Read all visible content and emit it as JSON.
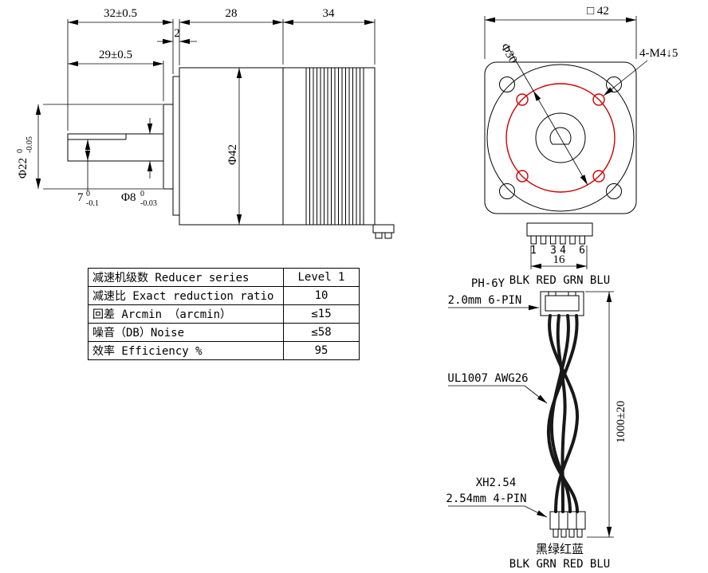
{
  "colors": {
    "line": "#000000",
    "accent_red": "#cc0000",
    "wire": "#181818",
    "background": "#ffffff"
  },
  "side_view": {
    "dim_length_total": "32±0.5",
    "dim_plate": "2",
    "dim_gearbox": "28",
    "dim_motor": "34",
    "dim_shaft": "29±0.5",
    "dim_body_dia": "Φ42",
    "dim_boss_dia": {
      "main": "Φ22",
      "sup": "0",
      "sub": "-0.05"
    },
    "dim_flat": {
      "main": "7",
      "sup": "0",
      "sub": "-0.1"
    },
    "dim_shaft_dia": {
      "main": "Φ8",
      "sup": "0",
      "sub": "-0.03"
    }
  },
  "front_view": {
    "dim_square": "□ 42",
    "dim_pilot": "Φ30",
    "dim_mount_holes": "4-M4↓5",
    "pin_numbers": [
      "1",
      "3",
      "4",
      "6"
    ],
    "dim_pin_row": "16",
    "wire_colors": "BLK RED GRN BLU"
  },
  "spec_table": {
    "rows": [
      {
        "label": "减速机级数 Reducer series",
        "value": "Level 1"
      },
      {
        "label": "减速比 Exact reduction ratio",
        "value": "10"
      },
      {
        "label": "回差 Arcmin （arcmin）",
        "value": "≤15"
      },
      {
        "label": "噪音（DB）Noise",
        "value": "≤58"
      },
      {
        "label": "效率 Efficiency %",
        "value": "95"
      }
    ]
  },
  "cable": {
    "top_connector_name": "PH-6Y",
    "top_connector_spec": "2.0mm 6-PIN",
    "wire_spec": "UL1007 AWG26",
    "bottom_connector_name": "XH2.54",
    "bottom_connector_spec": "2.54mm 4-PIN",
    "dim_length": "1000±20",
    "colors_cn": "黑绿红蓝",
    "colors_en": "BLK GRN RED BLU"
  }
}
